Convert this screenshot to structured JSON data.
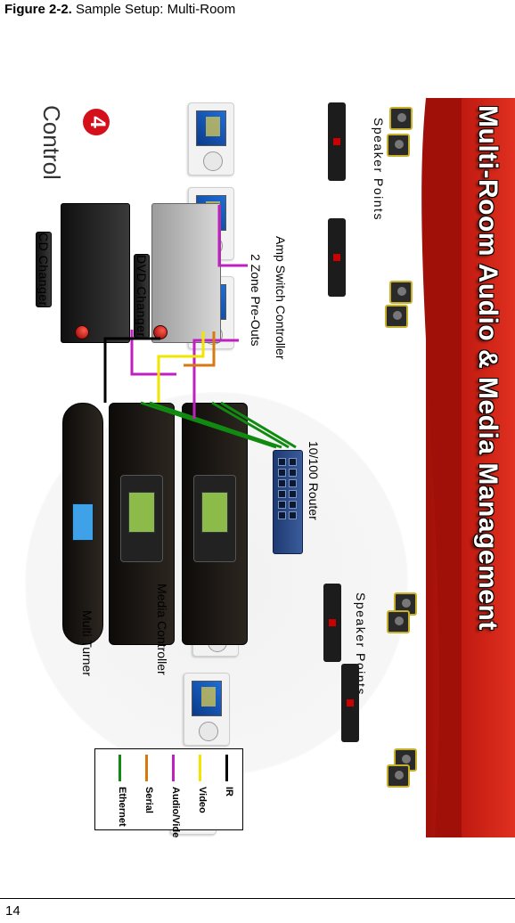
{
  "caption": {
    "figure": "Figure 2-2.",
    "text": "Sample Setup: Multi-Room"
  },
  "page_number": "14",
  "slide": {
    "title": "Multi-Room Audio & Media Management",
    "labels": {
      "speaker_points_left": "Speaker Points",
      "speaker_points_right": "Speaker Points",
      "router": "10/100 Router",
      "amp_switch": "Amp Switch Controller",
      "pre_outs": "2 Zone Pre-Outs",
      "dvd": "DVD Changer",
      "cd": "CD Changer",
      "media_controller": "Media Controller",
      "multi_tuner": "Multi Turner"
    },
    "legend": [
      {
        "label": "IR",
        "color": "#000000"
      },
      {
        "label": "Video",
        "color": "#f2e600"
      },
      {
        "label": "Audio/Video",
        "color": "#c020c0"
      },
      {
        "label": "Serial",
        "color": "#d67a10"
      },
      {
        "label": "Ethernet",
        "color": "#108a10"
      }
    ],
    "logo": {
      "text": "Control",
      "mark": "4"
    },
    "colors": {
      "band": "#c01a10",
      "ethernet": "#108a10",
      "audio_video": "#c020c0",
      "serial": "#d67a10",
      "video": "#f2e600",
      "ir": "#000000"
    }
  }
}
